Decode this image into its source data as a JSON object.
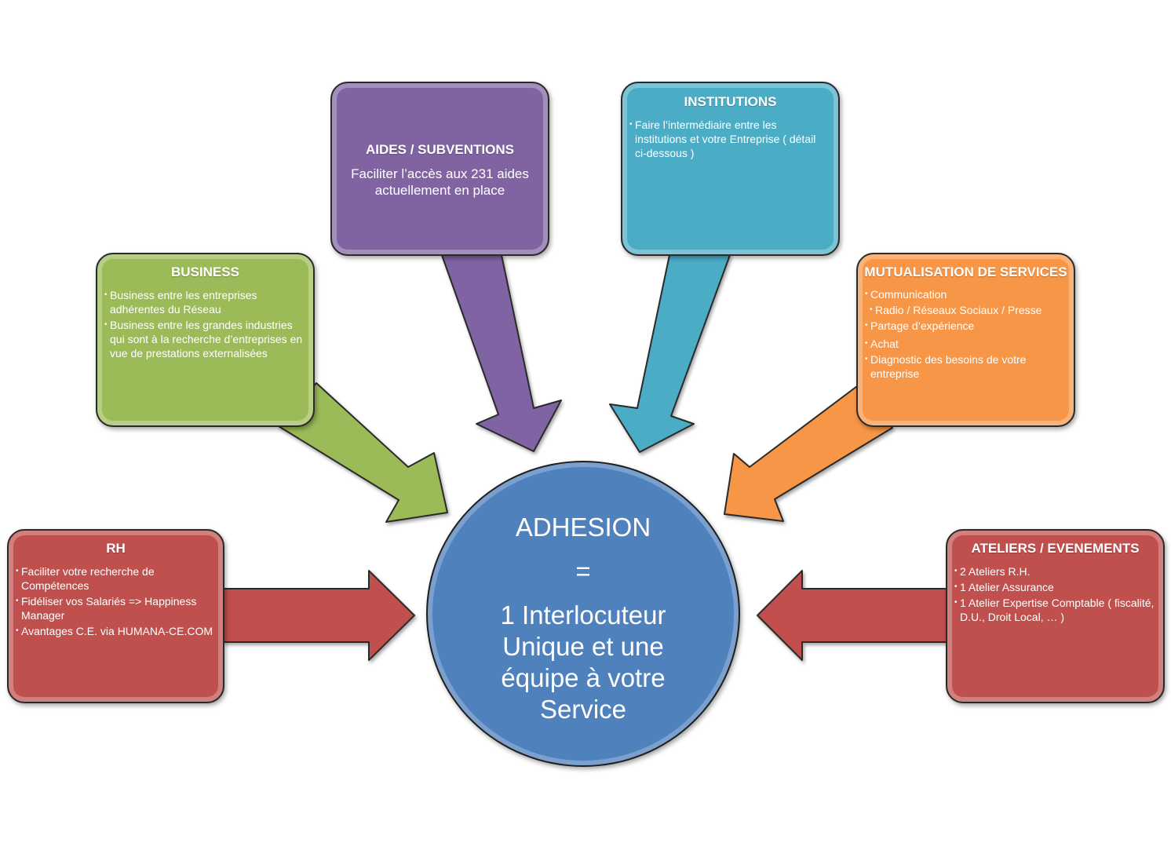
{
  "colors": {
    "rh": "#c0504d",
    "business": "#9bbb59",
    "aides": "#8064a2",
    "institutions": "#4bacc6",
    "mutualisation": "#f79646",
    "ateliers": "#c0504d",
    "center": "#4f81bd"
  },
  "center": {
    "line1": "ADHESION",
    "line2": "=",
    "line3": "1 Interlocuteur Unique et une équipe à votre Service"
  },
  "boxes": {
    "rh": {
      "title": "RH",
      "items": [
        "Faciliter votre recherche de Compétences",
        "Fidéliser vos Salariés => Happiness Manager",
        "Avantages C.E. via HUMANA-CE.COM"
      ]
    },
    "business": {
      "title": "BUSINESS",
      "items": [
        "Business entre les entreprises adhérentes du Réseau",
        "Business entre les grandes industries qui sont à la recherche d’entreprises en vue de prestations externalisées"
      ]
    },
    "aides": {
      "title": "AIDES / SUBVENTIONS",
      "text": "Faciliter l’accès aux 231 aides actuellement en place"
    },
    "institutions": {
      "title": "INSTITUTIONS",
      "items": [
        "Faire l’intermédiaire entre les institutions et votre Entreprise ( détail ci-dessous )"
      ]
    },
    "mutualisation": {
      "title": "MUTUALISATION DE SERVICES",
      "items": [
        "Communication",
        "Radio / Réseaux Sociaux / Presse",
        "Partage d’expérience",
        "Achat",
        "Diagnostic des besoins de votre entreprise"
      ]
    },
    "ateliers": {
      "title": "ATELIERS / EVENEMENTS",
      "items": [
        "2 Ateliers R.H.",
        " 1 Atelier Assurance",
        " 1 Atelier Expertise Comptable ( fiscalité, D.U., Droit Local, … )"
      ]
    }
  }
}
